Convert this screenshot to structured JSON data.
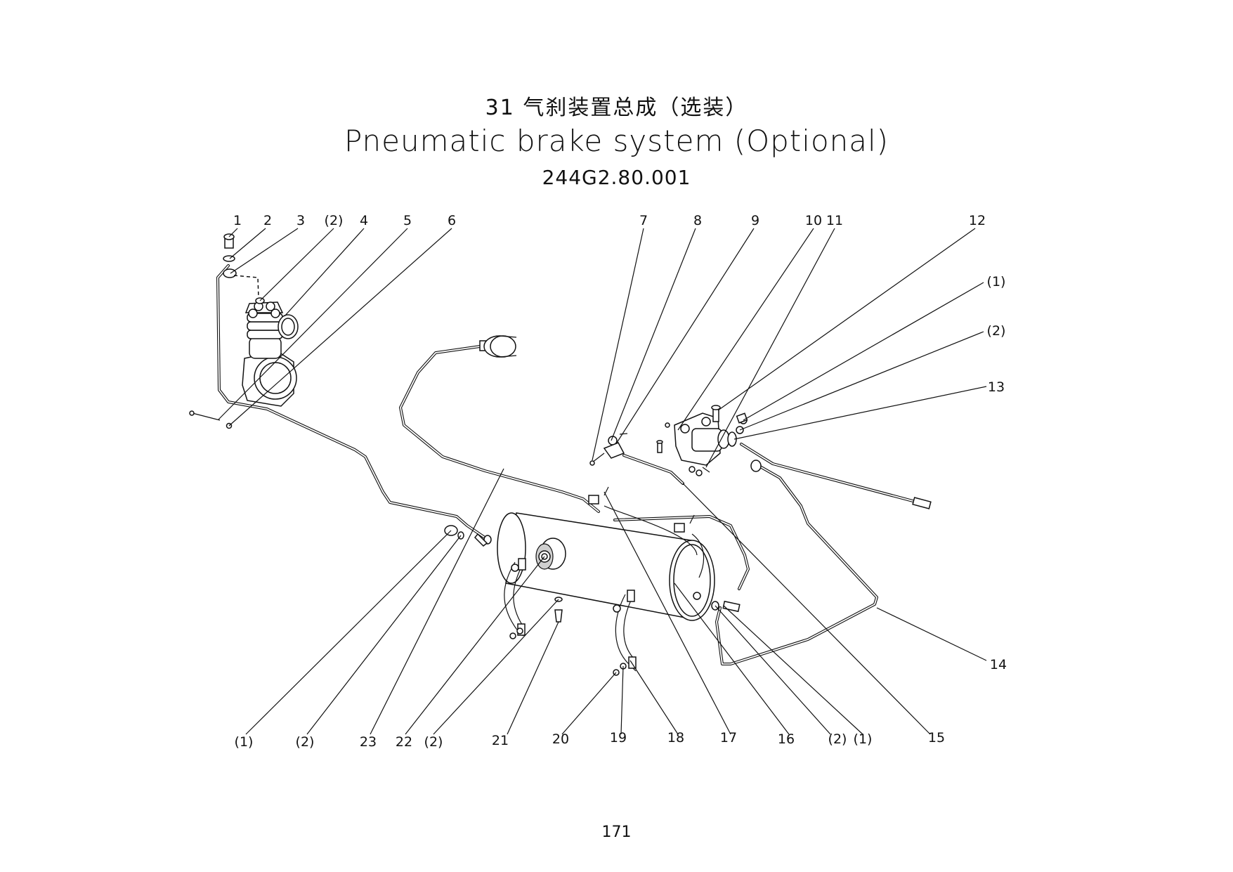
{
  "header": {
    "title_cn": "31 气刹装置总成（选装）",
    "title_en": "Pneumatic brake system (Optional)",
    "drawing_number": "244G2.80.001"
  },
  "callouts": {
    "c1": "1",
    "c2": "2",
    "c3": "3",
    "c2a": "(2)",
    "c4": "4",
    "c5": "5",
    "c6": "6",
    "c7": "7",
    "c8": "8",
    "c9": "9",
    "c10": "10",
    "c11": "11",
    "c12": "12",
    "c1b": "(1)",
    "c2b": "(2)",
    "c13": "13",
    "c14": "14",
    "c15": "15",
    "c1c": "(1)",
    "c2c": "(2)",
    "c16": "16",
    "c17": "17",
    "c18": "18",
    "c19": "19",
    "c20": "20",
    "c21": "21",
    "c2d": "(2)",
    "c22": "22",
    "c23": "23",
    "c2e": "(2)",
    "c1e": "(1)"
  },
  "footer": {
    "page_number": "171"
  }
}
